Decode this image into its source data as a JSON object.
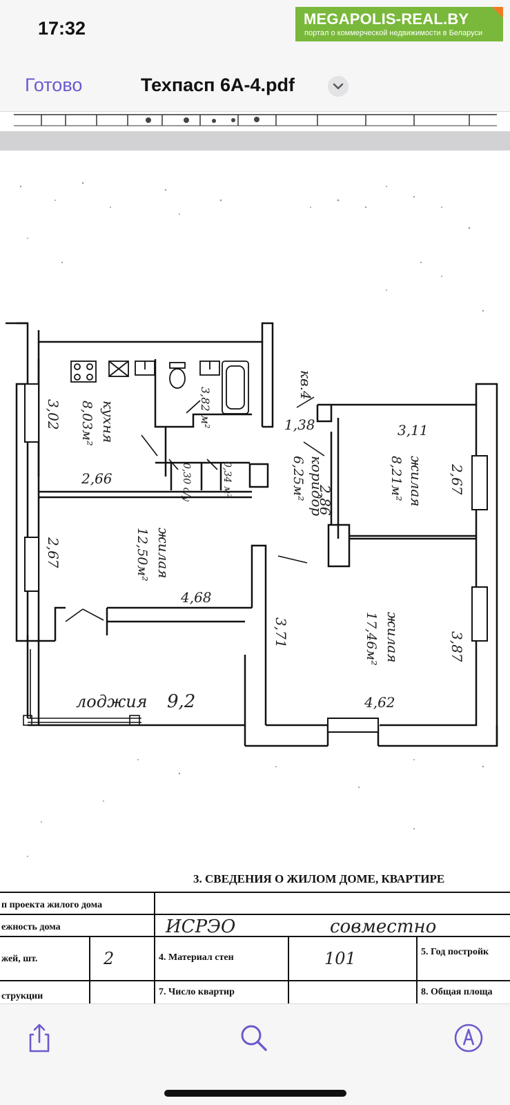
{
  "status": {
    "time": "17:32"
  },
  "watermark": {
    "title": "MEGAPOLIS-REAL.BY",
    "subtitle": "портал о коммерческой недвижимости в Беларуси"
  },
  "nav": {
    "done_label": "Готово",
    "title": "Техпасп 6А-4.pdf"
  },
  "plan": {
    "apartment_label": "кв.4",
    "rooms": [
      {
        "name": "кухня",
        "area": "8,03м²",
        "dims": [
          "3,02",
          "2,66"
        ]
      },
      {
        "name": "жилая",
        "area": "12,50м²",
        "dims": [
          "2,67",
          "4,68"
        ]
      },
      {
        "name": "коридор",
        "area": "6,25м²",
        "dims": [
          "2,86",
          "1,38"
        ]
      },
      {
        "name": "жилая",
        "area": "8,21м²",
        "dims": [
          "3,11",
          "2,67"
        ]
      },
      {
        "name": "жилая",
        "area": "17,46м²",
        "dims": [
          "3,71",
          "3,87",
          "4,62"
        ]
      },
      {
        "name": "лоджия",
        "area": "9,2"
      }
    ],
    "small_rooms": [
      {
        "label": "3,82 м²"
      },
      {
        "label": "0,30 с/у"
      },
      {
        "label": "0,34 м²"
      }
    ]
  },
  "section": {
    "heading": "3. СВЕДЕНИЯ О ЖИЛОМ ДОМЕ, КВАРТИРЕ",
    "rows": [
      {
        "label": "п проекта жилого дома",
        "value": ""
      },
      {
        "label": "ежность дома",
        "value": "ИСРЭО",
        "value2": "совместно"
      },
      {
        "label": "жей, шт.",
        "value": "2",
        "label2": "4. Материал стен",
        "value2": "101",
        "label3": "5. Год постройк"
      },
      {
        "label": "струкции",
        "value": "",
        "label2": "7. Число квартир",
        "value2": "",
        "label3": "8. Общая площа"
      }
    ]
  },
  "toolbar": {
    "icons": [
      "share-icon",
      "search-icon",
      "markup-icon"
    ]
  }
}
